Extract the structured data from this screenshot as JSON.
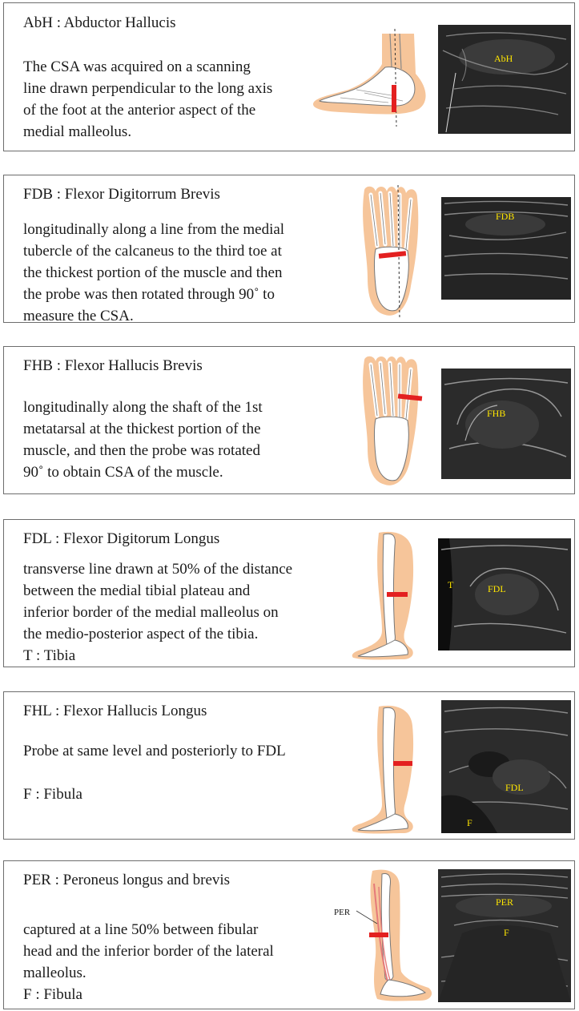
{
  "sections": [
    {
      "title": "AbH : Abductor Hallucis",
      "description": "The CSA was acquired on a scanning\nline drawn perpendicular to the long axis\nof the foot at the anterior aspect of the\nmedial malleolus.",
      "ultrasound_labels": [
        "AbH"
      ],
      "illustration_icon": "foot-side-view-icon"
    },
    {
      "title": "FDB : Flexor Digitorrum Brevis",
      "description": "longitudinally along a line from the medial\ntubercle of the calcaneus to the third toe at\nthe thickest portion of the muscle and then\nthe probe was then rotated through 90˚   to\nmeasure the CSA.",
      "ultrasound_labels": [
        "FDB"
      ],
      "illustration_icon": "foot-sole-view-icon"
    },
    {
      "title": "FHB : Flexor Hallucis Brevis",
      "description": "longitudinally along the shaft of the 1st\nmetatarsal at the thickest portion of the\nmuscle, and then the probe was rotated\n90˚   to obtain CSA of the muscle.",
      "ultrasound_labels": [
        "FHB"
      ],
      "illustration_icon": "foot-sole-view-icon"
    },
    {
      "title": "FDL : Flexor Digitorum Longus",
      "description": "transverse line drawn at 50% of the distance\nbetween the medial tibial plateau and\ninferior border of the medial malleolus on\nthe medio-posterior aspect of the tibia.\nT : Tibia",
      "ultrasound_labels": [
        "T",
        "FDL"
      ],
      "illustration_icon": "lower-leg-medial-icon"
    },
    {
      "title": "FHL : Flexor Hallucis Longus",
      "description": "Probe at same level and posteriorly to FDL\n\nF : Fibula",
      "ultrasound_labels": [
        "FDL",
        "F"
      ],
      "illustration_icon": "lower-leg-medial-icon"
    },
    {
      "title": "PER : Peroneus longus and brevis",
      "description": "captured at a line 50% between fibular\nhead and the inferior border of the lateral\nmalleolus.\nF : Fibula",
      "ultrasound_labels": [
        "PER",
        "F"
      ],
      "illustration_labels": [
        "PER"
      ],
      "illustration_icon": "lower-leg-lateral-icon"
    }
  ],
  "colors": {
    "skin": "#f6c59a",
    "probe_marker": "#e32020",
    "ultrasound_label": "#ffe600",
    "border": "#6d6d6d"
  }
}
